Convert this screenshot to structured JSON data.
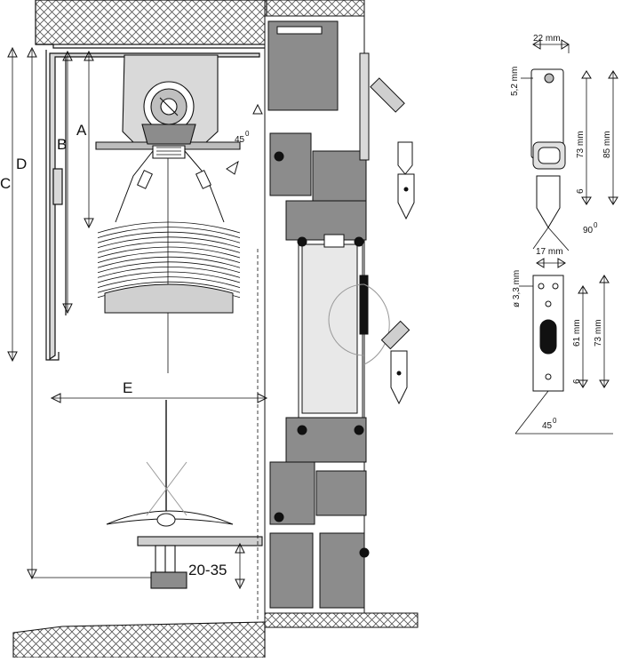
{
  "labels": {
    "a": "A",
    "b": "B",
    "c": "C",
    "d": "D",
    "e": "E",
    "range": "20-35",
    "angle_main": "45",
    "degree": "0"
  },
  "bolt_detail": {
    "width": "22 mm",
    "offset": "5,2 mm",
    "height_inner": "73 mm",
    "height_outer": "85 mm",
    "base": "6",
    "angle": "90"
  },
  "plate_detail": {
    "width": "17 mm",
    "hole": "ø 3,3 mm",
    "height_inner": "61 mm",
    "height_outer": "73 mm",
    "base": "6",
    "angle": "45"
  },
  "colors": {
    "line": "#1a1a1a",
    "profile_fill": "#8c8c8c",
    "light_fill": "#d9d9d9",
    "hatch": "#555555"
  }
}
